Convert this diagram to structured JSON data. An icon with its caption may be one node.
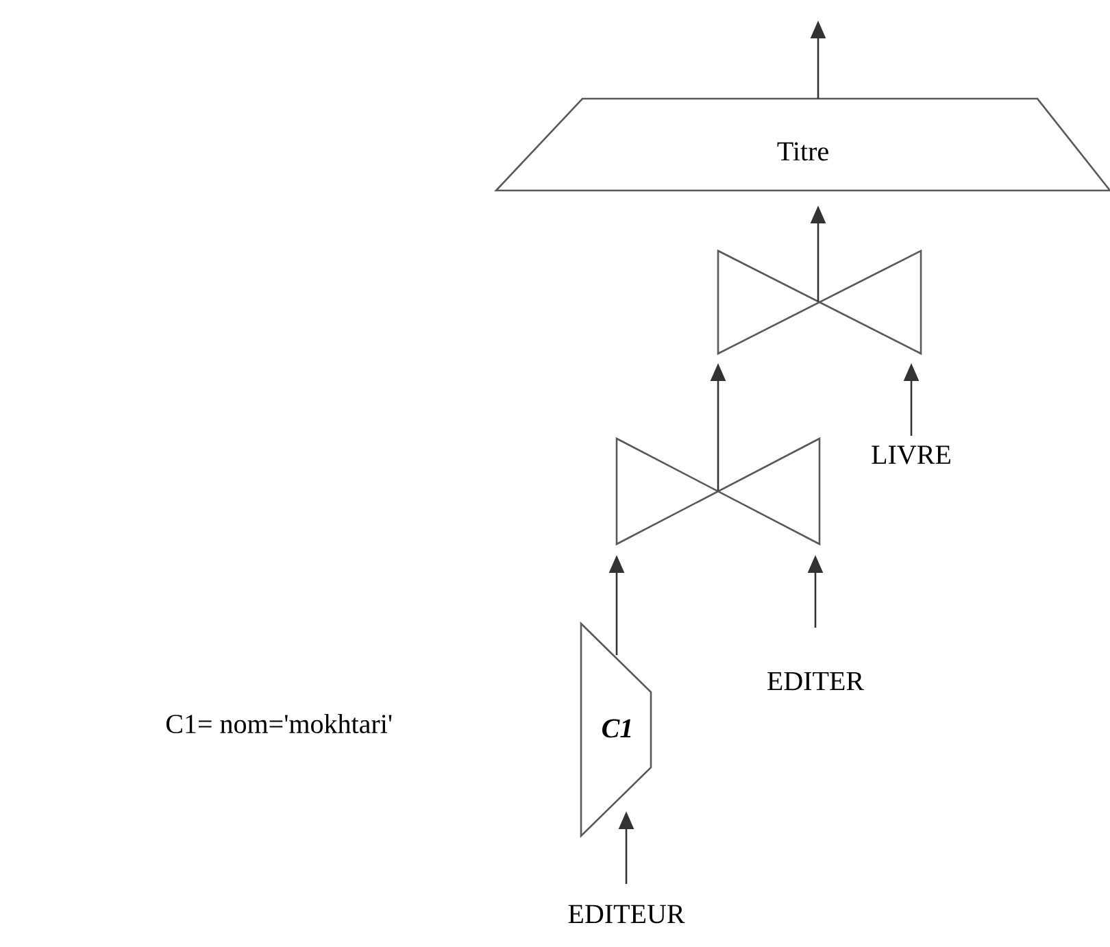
{
  "diagram": {
    "nodes": [
      {
        "text": [
          "Titre"
        ]
      },
      {
        "text": [],
        "shape": "bowtie"
      },
      {
        "text": [],
        "shape": "bowtie"
      },
      {
        "text": [
          "C1"
        ]
      },
      {
        "text": [
          "EDITEUR"
        ]
      },
      {
        "text": [
          "EDITER"
        ]
      },
      {
        "text": [
          "LIVRE"
        ]
      }
    ],
    "edges": [
      {
        "from": 0,
        "to": null,
        "arrow": "to"
      },
      {
        "from": 1,
        "to": 0,
        "arrow": "to"
      },
      {
        "from": 2,
        "to": 1,
        "arrow": "to"
      },
      {
        "from": 6,
        "to": 1,
        "arrow": "to"
      },
      {
        "from": 3,
        "to": 2,
        "arrow": "to"
      },
      {
        "from": 5,
        "to": 2,
        "arrow": "to"
      },
      {
        "from": 4,
        "to": 3,
        "arrow": "to"
      }
    ],
    "labels": [
      "C1= nom='mokhtari'"
    ]
  }
}
